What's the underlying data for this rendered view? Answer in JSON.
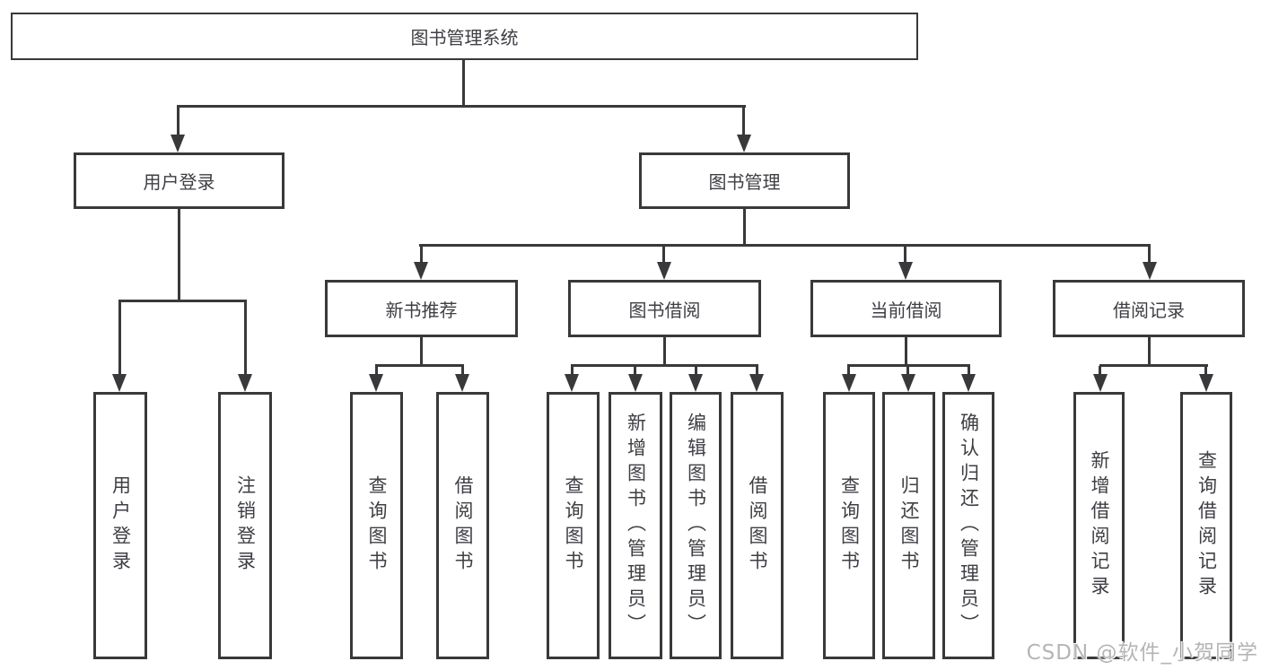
{
  "tree": {
    "label": "图书管理系统",
    "children": [
      {
        "label": "用户登录",
        "children": [
          {
            "label": "用户登录"
          },
          {
            "label": "注销登录"
          }
        ]
      },
      {
        "label": "图书管理",
        "children": [
          {
            "label": "新书推荐",
            "children": [
              {
                "label": "查询图书"
              },
              {
                "label": "借阅图书"
              }
            ]
          },
          {
            "label": "图书借阅",
            "children": [
              {
                "label": "查询图书"
              },
              {
                "label": "新增图书（管理员）"
              },
              {
                "label": "编辑图书（管理员）"
              },
              {
                "label": "借阅图书"
              }
            ]
          },
          {
            "label": "当前借阅",
            "children": [
              {
                "label": "查询图书"
              },
              {
                "label": "归还图书"
              },
              {
                "label": "确认归还（管理员）"
              }
            ]
          },
          {
            "label": "借阅记录",
            "children": [
              {
                "label": "新增借阅记录"
              },
              {
                "label": "查询借阅记录"
              }
            ]
          }
        ]
      }
    ]
  },
  "watermark": {
    "text": "CSDN @软件_小贺同学"
  },
  "colors": {
    "line": "#39393b",
    "text": "#3e3e44",
    "watermark": "#b5b5b5",
    "background": "#ffffff"
  }
}
